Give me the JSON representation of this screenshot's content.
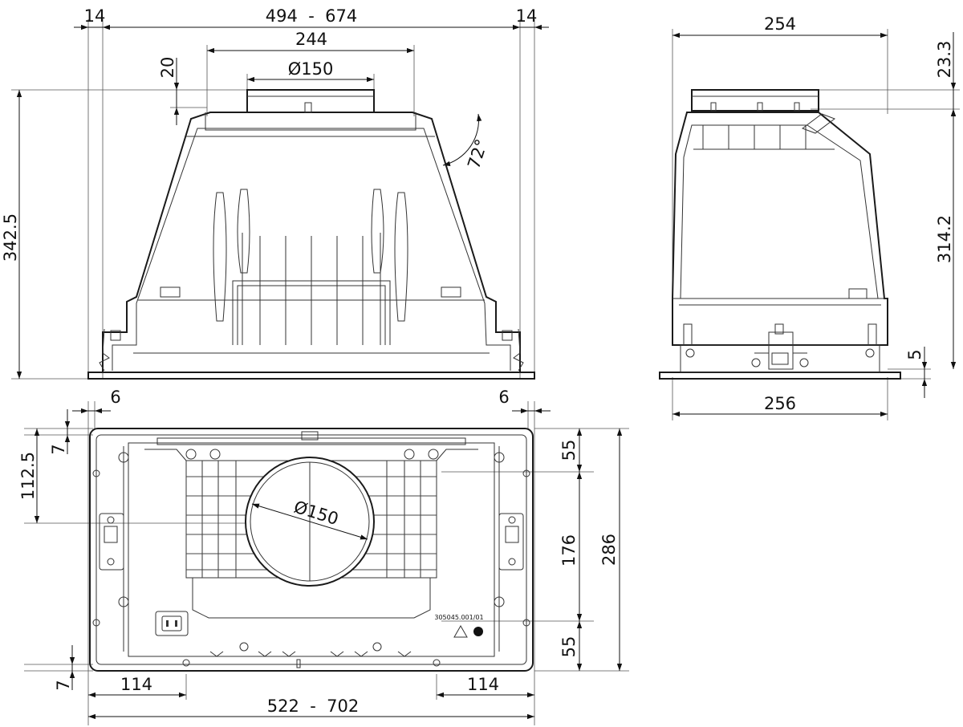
{
  "front_view": {
    "dim_side_left": "14",
    "dim_width_range": "494  -  674",
    "dim_side_right": "14",
    "dim_inner_width": "244",
    "dim_outlet_diameter": "Ø150",
    "dim_outlet_height": "20",
    "dim_height": "342.5",
    "dim_angle": "72°"
  },
  "side_view": {
    "dim_top_depth": "254",
    "dim_top_offset": "23.3",
    "dim_body_height": "314.2",
    "dim_flange": "5",
    "dim_bottom_depth": "256"
  },
  "bottom_view": {
    "dim_left_margin": "6",
    "dim_right_margin": "6",
    "dim_edge_left": "7",
    "dim_center_offset": "112.5",
    "dim_outlet_diameter": "Ø150",
    "dim_top_gap": "55",
    "dim_middle_span": "176",
    "dim_bottom_gap": "55",
    "dim_total_depth": "286",
    "dim_edge_bottom": "7",
    "dim_left_offset": "114",
    "dim_right_offset": "114",
    "dim_total_width_range": "522  -  702",
    "label_code": "305045.001/01"
  }
}
